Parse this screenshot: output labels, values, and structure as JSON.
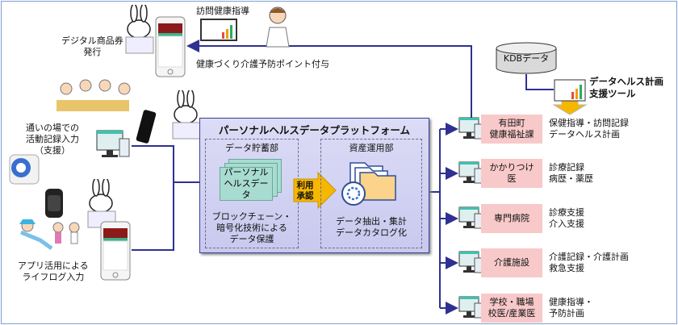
{
  "colors": {
    "line": "#2e3192",
    "org_box": "#f8c9c9",
    "platform_bg": "#d5d5f3",
    "approve": "#f6b700",
    "doc": "#a8dcd0"
  },
  "top": {
    "visit_guidance": "訪問健康指導",
    "digital_voucher": [
      "デジタル商品券",
      "発行"
    ],
    "points_label": "健康づくり介護予防ポイント付与"
  },
  "left": {
    "meeting_place": [
      "通いの場での",
      "活動記録入力",
      "（支援）"
    ],
    "app_lifelog": [
      "アプリ活用による",
      "ライフログ入力"
    ]
  },
  "platform": {
    "title": "パーソナルヘルスデータプラットフォーム",
    "storage": {
      "title": "データ貯蓄部",
      "doc_label": [
        "パーソナル",
        "ヘルスデータ"
      ],
      "desc": [
        "ブロックチェーン・",
        "暗号化技術による",
        "データ保護"
      ]
    },
    "approve": [
      "利用",
      "承認"
    ],
    "operation": {
      "title": "資産運用部",
      "desc": [
        "データ抽出・集計",
        "データカタログ化"
      ]
    }
  },
  "kdb": {
    "label": "KDBデータ",
    "tool": [
      "データヘルス計画",
      "支援ツール"
    ]
  },
  "orgs": [
    {
      "name": [
        "有田町",
        "健康福祉課"
      ],
      "desc": [
        "保健指導・訪問記録",
        "データヘルス計画"
      ]
    },
    {
      "name": [
        "かかりつけ",
        "医"
      ],
      "desc": [
        "診療記録",
        "病歴・薬歴"
      ]
    },
    {
      "name": [
        "専門病院"
      ],
      "desc": [
        "診療支援",
        "介入支援"
      ]
    },
    {
      "name": [
        "介護施設"
      ],
      "desc": [
        "介護記録・介護計画",
        "救急支援"
      ]
    },
    {
      "name": [
        "学校・職場",
        "校医/産業医"
      ],
      "desc": [
        "健康指導・",
        "予防計画"
      ]
    }
  ]
}
